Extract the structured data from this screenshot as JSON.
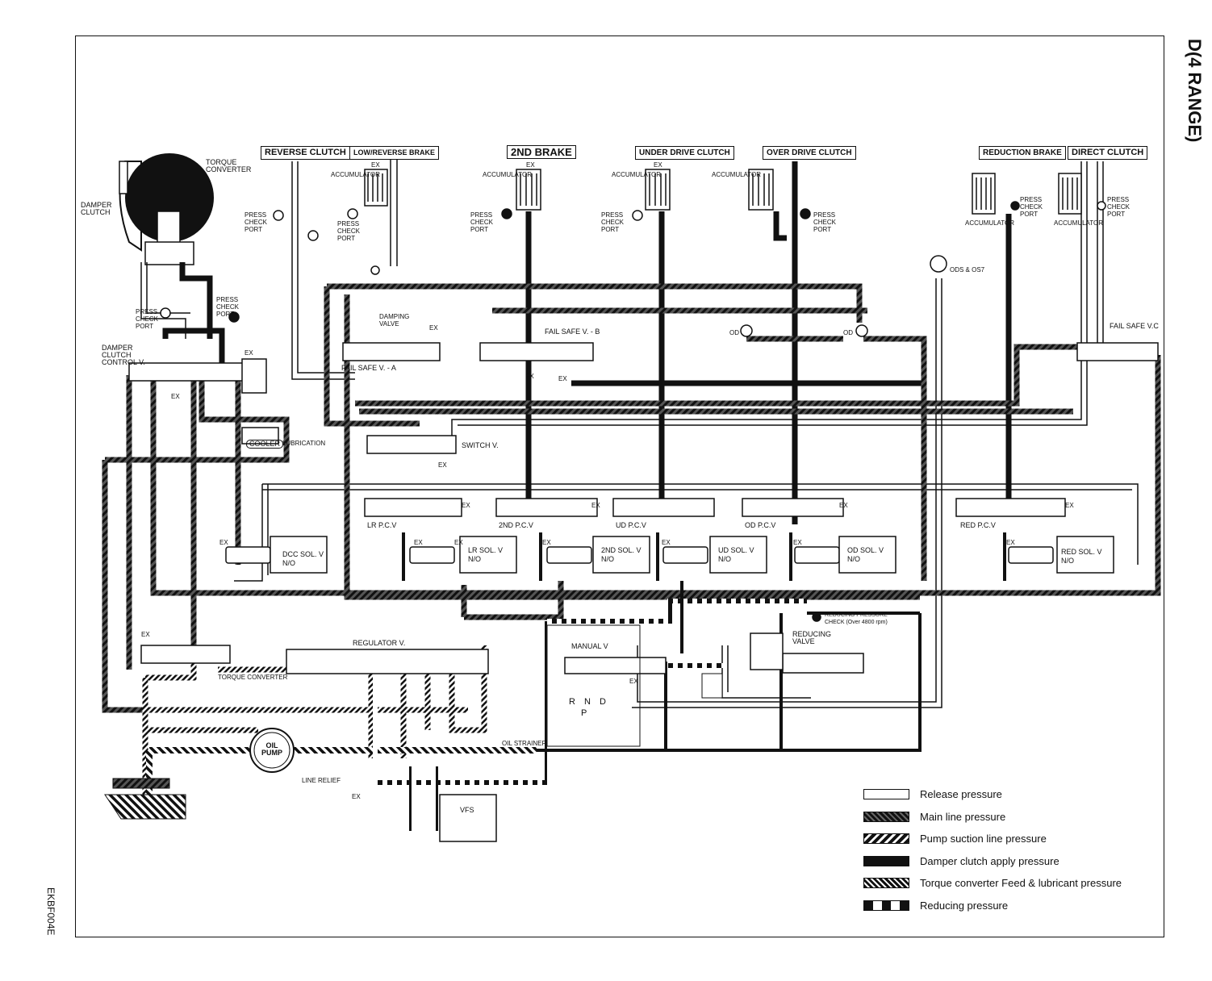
{
  "title": "D(4 RANGE)",
  "figure_code": "EKBF004E",
  "clutch_labels": {
    "reverse_clutch": "REVERSE CLUTCH",
    "low_reverse_brake": "LOW/REVERSE BRAKE",
    "second_brake": "2ND BRAKE",
    "underdrive_clutch": "UNDER DRIVE CLUTCH",
    "overdrive_clutch": "OVER DRIVE CLUTCH",
    "reduction_brake": "REDUCTION BRAKE",
    "direct_clutch": "DIRECT CLUTCH"
  },
  "component_labels": {
    "torque_converter": "TORQUE CONVERTER",
    "damper_clutch": "DAMPER CLUTCH",
    "press_check_port": "PRESS CHECK PORT",
    "damper_clutch_control_v": "DAMPER CLUTCH CONTROL V.",
    "accumulator": "ACCUMULATOR",
    "damping_valve": "DAMPING VALVE",
    "fail_safe_a": "FAIL SAFE V. - A",
    "fail_safe_b": "FAIL SAFE V. - B",
    "fail_safe_c": "FAIL SAFE V.C",
    "switch_v": "SWITCH V.",
    "cooler": "COOLER",
    "lubrication": "LUBRICATION",
    "dcc_sol": "DCC SOL. V",
    "lr_pcv": "LR P.C.V",
    "lr_sol": "LR SOL. V",
    "second_pcv": "2ND P.C.V",
    "second_sol": "2ND SOL. V",
    "ud_pcv": "UD P.C.V",
    "ud_sol": "UD SOL. V",
    "od_pcv": "OD P.C.V",
    "od_sol": "OD SOL. V",
    "red_pcv": "RED P.C.V",
    "red_sol": "RED SOL. V",
    "no": "N/O",
    "ex": "EX",
    "regulator_v": "REGULATOR V.",
    "torque_converter_small": "TORQUE CONVERTER",
    "manual_v": "MANUAL V",
    "reducing_valve": "REDUCING VALVE",
    "reducing_pressure_port": "REDUCING PRESSURE CHECK (Over 4800 rpm)",
    "oil_pump": "OIL PUMP",
    "oil_strainer": "OIL STRAINER",
    "line_relief": "LINE RELIEF",
    "vfs": "VFS",
    "gear_positions": "R N D",
    "gear_p": "P",
    "od_sw": "OD",
    "od_sw2": "OD",
    "ods": "ODS & OS7"
  },
  "legend": [
    {
      "label": "Release pressure",
      "pattern": "release"
    },
    {
      "label": "Main line pressure",
      "pattern": "main"
    },
    {
      "label": "Pump suction line pressure",
      "pattern": "pump"
    },
    {
      "label": "Damper clutch apply pressure",
      "pattern": "damper"
    },
    {
      "label": "Torque converter Feed & lubricant pressure",
      "pattern": "torque"
    },
    {
      "label": "Reducing pressure",
      "pattern": "reduce"
    }
  ]
}
